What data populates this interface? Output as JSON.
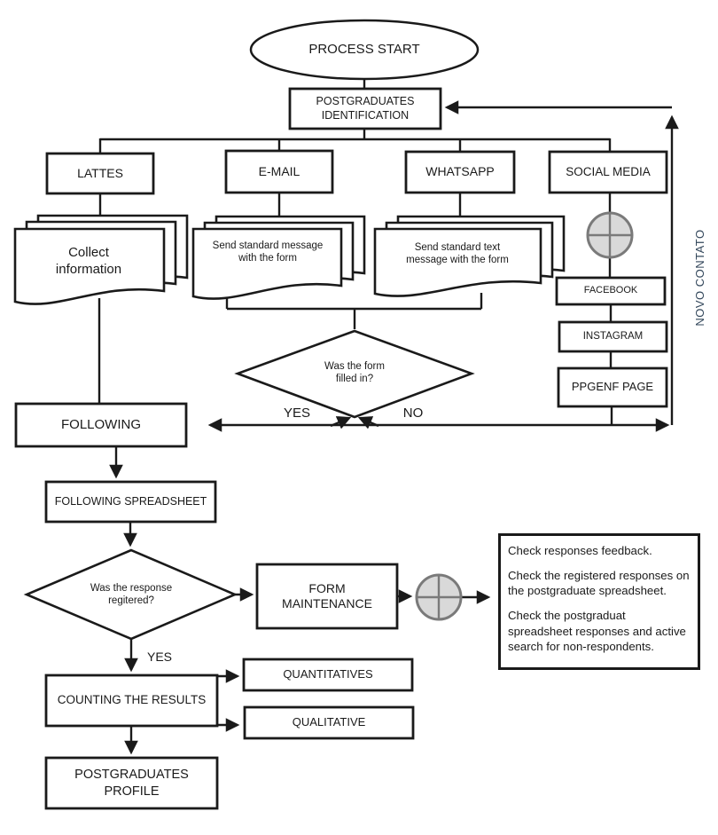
{
  "diagram": {
    "title_note": "Postgraduates contact process flowchart",
    "start": "PROCESS START",
    "identification": "POSTGRADUATES\nIDENTIFICATION",
    "channels": {
      "lattes": "LATTES",
      "email": "E-MAIL",
      "whatsapp": "WHATSAPP",
      "social_media": "SOCIAL MEDIA"
    },
    "documents": {
      "lattes_doc": "Collect\ninformation",
      "email_doc": "Send standard message\nwith the form",
      "whatsapp_doc": "Send standard text\nmessage with the form"
    },
    "social_pages": [
      "FACEBOOK",
      "INSTAGRAM",
      "PPGENF PAGE"
    ],
    "side_label": "NOVO CONTATO",
    "decision_form": {
      "question": "Was the form\nfilled in?",
      "yes": "YES",
      "no": "NO"
    },
    "following": "FOLLOWING",
    "following_spreadsheet": "FOLLOWING SPREADSHEET",
    "decision_response": {
      "question": "Was the response\nregitered?",
      "yes": "YES"
    },
    "form_maintenance": "FORM\nMAINTENANCE",
    "checklist": [
      "Check responses feedback.",
      "Check the registered responses on the postgraduate spreadsheet.",
      "Check the postgraduat spreadsheet responses and active search for non-respondents."
    ],
    "counting": "COUNTING THE RESULTS",
    "outputs": {
      "quantitatives": "QUANTITATIVES",
      "qualitative": "QUALITATIVE"
    },
    "profile": "POSTGRADUATES\nPROFILE",
    "colors": {
      "line": "#1a1a1a",
      "side_label_text": "#33475b",
      "connector_fill": "#d9d9d9",
      "connector_stroke": "#7a7a7a"
    }
  }
}
